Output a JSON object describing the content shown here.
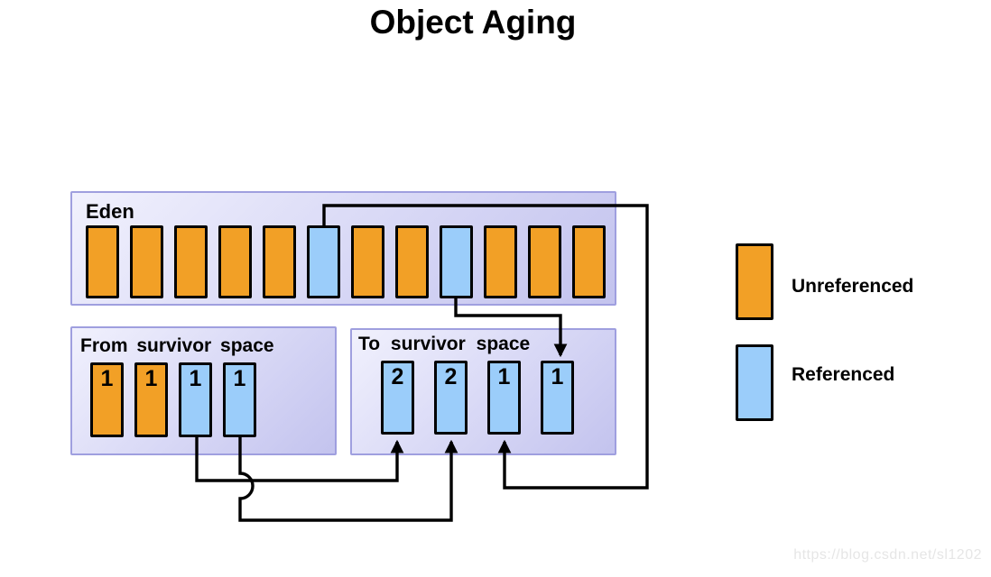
{
  "title": "Object Aging",
  "colors": {
    "unreferenced": "#F2A026",
    "referenced": "#9BCDFA",
    "box_border": "#9F9FDF",
    "box_background_top": "#F1F1FD",
    "box_background_bottom": "#C3C3EE",
    "line": "#000000",
    "text": "#000000",
    "watermark": "#E6E6E6"
  },
  "eden": {
    "label": "Eden",
    "cells": [
      {
        "type": "unreferenced"
      },
      {
        "type": "unreferenced"
      },
      {
        "type": "unreferenced"
      },
      {
        "type": "unreferenced"
      },
      {
        "type": "unreferenced"
      },
      {
        "type": "referenced"
      },
      {
        "type": "unreferenced"
      },
      {
        "type": "unreferenced"
      },
      {
        "type": "referenced"
      },
      {
        "type": "unreferenced"
      },
      {
        "type": "unreferenced"
      },
      {
        "type": "unreferenced"
      }
    ]
  },
  "from_survivor": {
    "label": "From survivor space",
    "cells": [
      {
        "type": "unreferenced",
        "age": "1"
      },
      {
        "type": "unreferenced",
        "age": "1"
      },
      {
        "type": "referenced",
        "age": "1"
      },
      {
        "type": "referenced",
        "age": "1"
      }
    ]
  },
  "to_survivor": {
    "label": "To survivor space",
    "cells": [
      {
        "type": "referenced",
        "age": "2"
      },
      {
        "type": "referenced",
        "age": "2"
      },
      {
        "type": "referenced",
        "age": "1"
      },
      {
        "type": "referenced",
        "age": "1"
      }
    ]
  },
  "legend": {
    "items": [
      {
        "swatch": "unreferenced",
        "label": "Unreferenced"
      },
      {
        "swatch": "referenced",
        "label": "Referenced"
      }
    ]
  },
  "connections": [
    {
      "name": "eden-referenced-cell6-to-to-survivor-cell3",
      "from": "eden cell 6 (referenced)",
      "to": "to survivor space cell 3 (age 1)"
    },
    {
      "name": "eden-referenced-cell9-to-to-survivor-cell4",
      "from": "eden cell 9 (referenced)",
      "to": "to survivor space cell 4 (age 1)"
    },
    {
      "name": "from-survivor-cell3-to-to-survivor-cell1",
      "from": "from survivor space cell 3 (age 1)",
      "to": "to survivor space cell 1 (age 2)"
    },
    {
      "name": "from-survivor-cell4-to-to-survivor-cell2",
      "from": "from survivor space cell 4 (age 1)",
      "to": "to survivor space cell 2 (age 2)"
    }
  ],
  "watermark": "https://blog.csdn.net/sl1202"
}
